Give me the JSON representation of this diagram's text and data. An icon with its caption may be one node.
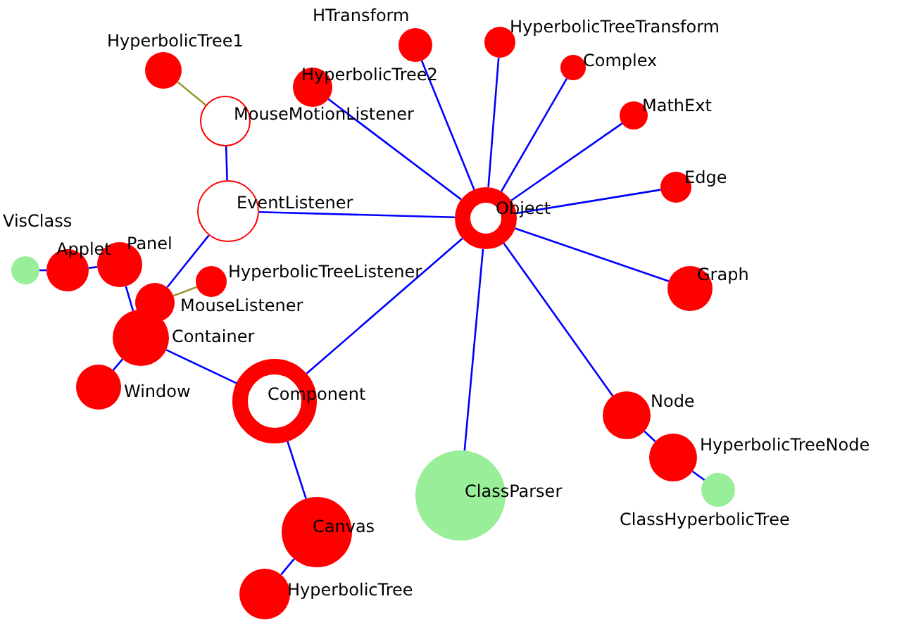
{
  "diagram": {
    "nodes": [
      {
        "text": [
          "HTransform"
        ]
      },
      {
        "text": [
          "HyperbolicTreeTransform"
        ]
      },
      {
        "text": [
          "Complex"
        ]
      },
      {
        "text": [
          "HyperbolicTree2"
        ]
      },
      {
        "text": [
          "HyperbolicTree1"
        ]
      },
      {
        "text": [
          "MouseMotionListener"
        ]
      },
      {
        "text": [
          "MathExt"
        ]
      },
      {
        "text": [
          "Edge"
        ]
      },
      {
        "text": [
          "EventListener"
        ]
      },
      {
        "text": [
          "Object"
        ]
      },
      {
        "text": [
          "VisClass"
        ]
      },
      {
        "text": [
          "Applet"
        ]
      },
      {
        "text": [
          "Panel"
        ]
      },
      {
        "text": [
          "HyperbolicTreeListener"
        ]
      },
      {
        "text": [
          "MouseListener"
        ]
      },
      {
        "text": [
          "Graph"
        ]
      },
      {
        "text": [
          "Container"
        ]
      },
      {
        "text": [
          "Window"
        ]
      },
      {
        "text": [
          "Component"
        ]
      },
      {
        "text": [
          "Node"
        ]
      },
      {
        "text": [
          "HyperbolicTreeNode"
        ]
      },
      {
        "text": [
          "ClassHyperbolicTree"
        ]
      },
      {
        "text": [
          "ClassParser"
        ]
      },
      {
        "text": [
          "Canvas"
        ]
      },
      {
        "text": [
          "HyperbolicTree"
        ]
      }
    ],
    "edges": [
      {
        "from": 9,
        "to": 0,
        "arrow": "none"
      },
      {
        "from": 9,
        "to": 1,
        "arrow": "none"
      },
      {
        "from": 9,
        "to": 2,
        "arrow": "none"
      },
      {
        "from": 9,
        "to": 3,
        "arrow": "none"
      },
      {
        "from": 9,
        "to": 6,
        "arrow": "none"
      },
      {
        "from": 9,
        "to": 7,
        "arrow": "none"
      },
      {
        "from": 9,
        "to": 15,
        "arrow": "none"
      },
      {
        "from": 9,
        "to": 19,
        "arrow": "none"
      },
      {
        "from": 9,
        "to": 22,
        "arrow": "none"
      },
      {
        "from": 9,
        "to": 18,
        "arrow": "none"
      },
      {
        "from": 9,
        "to": 8,
        "arrow": "none"
      },
      {
        "from": 8,
        "to": 5,
        "arrow": "none"
      },
      {
        "from": 8,
        "to": 14,
        "arrow": "none"
      },
      {
        "from": 4,
        "to": 5,
        "arrow": "none",
        "color": "#999933"
      },
      {
        "from": 13,
        "to": 14,
        "arrow": "none",
        "color": "#999933"
      },
      {
        "from": 18,
        "to": 16,
        "arrow": "none"
      },
      {
        "from": 16,
        "to": 17,
        "arrow": "none"
      },
      {
        "from": 16,
        "to": 12,
        "arrow": "none"
      },
      {
        "from": 12,
        "to": 11,
        "arrow": "none"
      },
      {
        "from": 11,
        "to": 10,
        "arrow": "none"
      },
      {
        "from": 18,
        "to": 23,
        "arrow": "none"
      },
      {
        "from": 23,
        "to": 24,
        "arrow": "none"
      },
      {
        "from": 19,
        "to": 20,
        "arrow": "none"
      },
      {
        "from": 20,
        "to": 21,
        "arrow": "none"
      }
    ]
  }
}
